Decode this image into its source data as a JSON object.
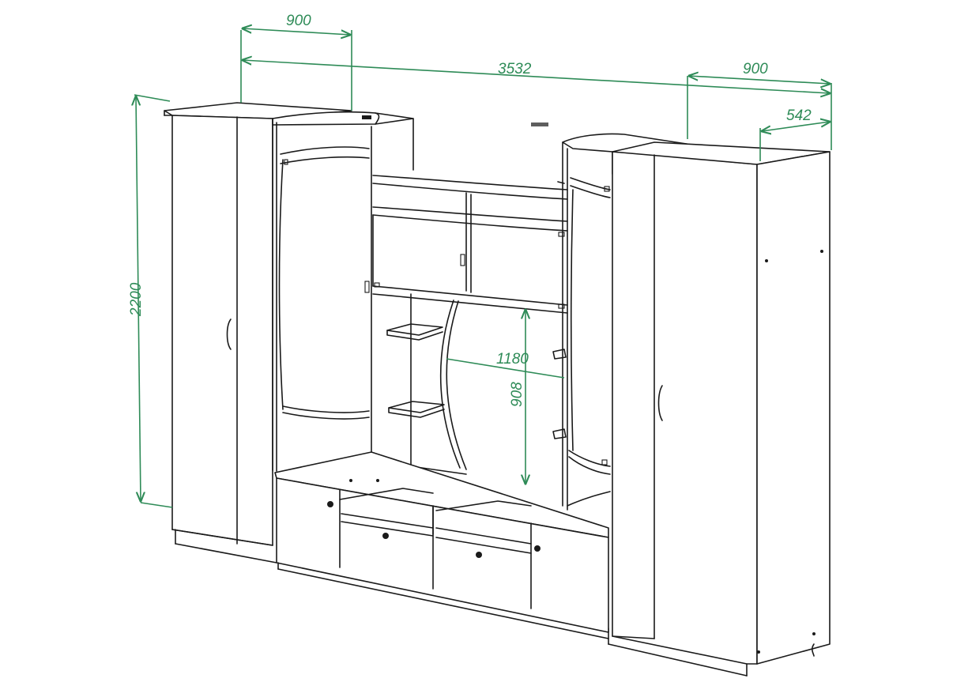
{
  "dimensions": {
    "total_width": "3532",
    "left_section_width": "900",
    "right_section_width": "900",
    "depth": "542",
    "height": "2200",
    "tv_niche_width": "1180",
    "tv_niche_height": "908"
  },
  "colors": {
    "dimension": "#2e8b57",
    "outline": "#1a1a1a",
    "background": "#ffffff"
  }
}
